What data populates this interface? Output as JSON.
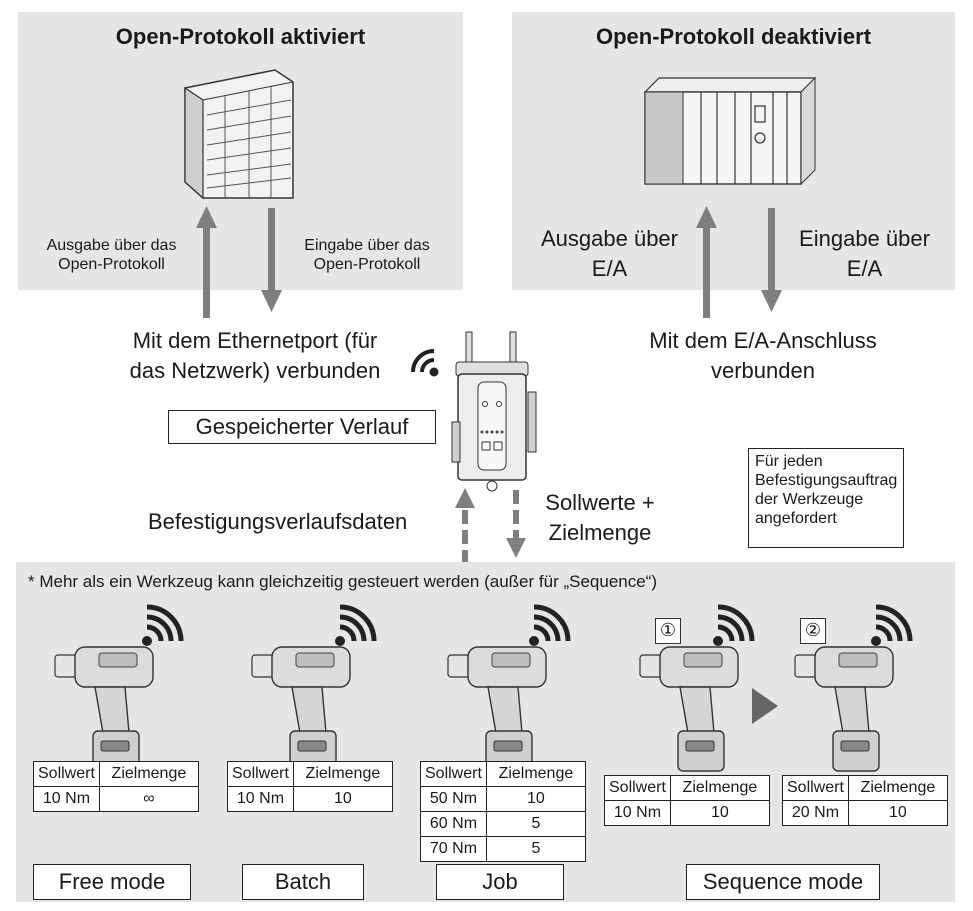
{
  "left_panel": {
    "title": "Open-Protokoll aktiviert",
    "out_label": "Ausgabe über das\nOpen-Protokoll",
    "in_label": "Eingabe über das\nOpen-Protokoll",
    "icon": "server-rack-icon"
  },
  "right_panel": {
    "title": "Open-Protokoll deaktiviert",
    "out_label": "Ausgabe über\nE/A",
    "in_label": "Eingabe über\nE/A",
    "icon": "plc-icon"
  },
  "ethernet_label": "Mit dem Ethernetport (für\ndas Netzwerk) verbunden",
  "io_label": "Mit dem E/A-Anschluss\nverbunden",
  "history_label": "Gespeicherter Verlauf",
  "upload_label": "Befestigungsverlaufsdaten",
  "download_label": "Sollwerte +\nZielmenge",
  "request_note": "Für jeden\nBefestigungsauftrag\nder Werkzeuge\nangefordert",
  "bottom_note": "* Mehr als ein Werkzeug kann gleichzeitig gesteuert werden (außer für „Sequence“)",
  "table_header": {
    "setpoint": "Sollwert",
    "target": "Zielmenge"
  },
  "modes": [
    {
      "label": "Free mode",
      "rows": [
        [
          "10 Nm",
          "∞"
        ]
      ]
    },
    {
      "label": "Batch",
      "rows": [
        [
          "10 Nm",
          "10"
        ]
      ]
    },
    {
      "label": "Job",
      "rows": [
        [
          "50 Nm",
          "10"
        ],
        [
          "60 Nm",
          "5"
        ],
        [
          "70 Nm",
          "5"
        ]
      ]
    },
    {
      "label": "Sequence mode",
      "steps": [
        {
          "marker": "①",
          "rows": [
            [
              "10 Nm",
              "10"
            ]
          ]
        },
        {
          "marker": "②",
          "rows": [
            [
              "20 Nm",
              "10"
            ]
          ]
        }
      ]
    }
  ],
  "colors": {
    "panel": "#e6e6e6",
    "arrow": "#7f7f7f"
  }
}
